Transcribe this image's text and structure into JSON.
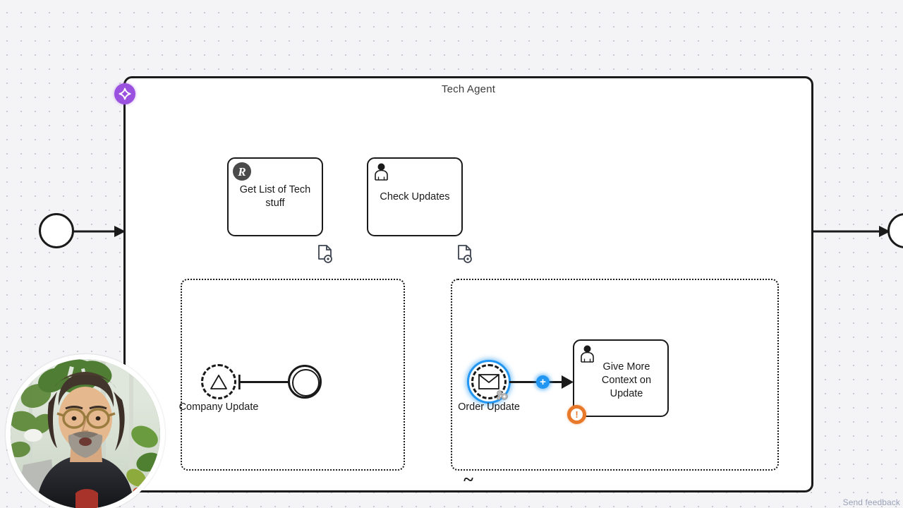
{
  "diagram": {
    "type": "bpmn-process-diagram",
    "pool": {
      "title": "Tech Agent",
      "badge_icon": "diamond-badge-icon",
      "badge_color": "#9b51e0",
      "adhoc_marker": "~"
    },
    "tasks": [
      {
        "id": "get-list-of-tech-stuff",
        "label": "Get List of Tech stuff",
        "icon": "rpa-robot-icon",
        "icon_letter": "R"
      },
      {
        "id": "check-updates",
        "label": "Check Updates",
        "icon": "user-task-icon"
      },
      {
        "id": "give-more-context-on-update",
        "label": "Give More Context on Update",
        "icon": "user-task-icon",
        "warning_badge": "!",
        "warning_color": "#e8792a"
      }
    ],
    "data_objects": [
      {
        "id": "data-object-1",
        "icon": "document-preview-icon"
      },
      {
        "id": "data-object-2",
        "icon": "document-preview-icon"
      }
    ],
    "subprocesses": [
      {
        "id": "company-update-subprocess",
        "start_event": {
          "label": "Company Update",
          "icon": "escalation-triangle-icon",
          "style": "dashed-circle"
        },
        "end_event": {
          "style": "double-circle"
        }
      },
      {
        "id": "order-update-subprocess",
        "start_event": {
          "label": "Order Update",
          "icon": "message-envelope-icon",
          "style": "dashed-circle",
          "selected": true,
          "selection_color": "#2196f3"
        },
        "connector_badge": "+",
        "connector_badge_color": "#2196f3"
      }
    ],
    "boundary_events": [
      {
        "id": "process-start-event",
        "style": "plain-circle"
      },
      {
        "id": "process-continue-event",
        "style": "plain-circle"
      }
    ],
    "cursor": "gear-cursor-icon"
  },
  "overlay": {
    "webcam": {
      "present": true,
      "shape": "circle",
      "ring_color": "#ffffff"
    }
  },
  "footer": {
    "send_feedback_label": "Send feedback"
  }
}
